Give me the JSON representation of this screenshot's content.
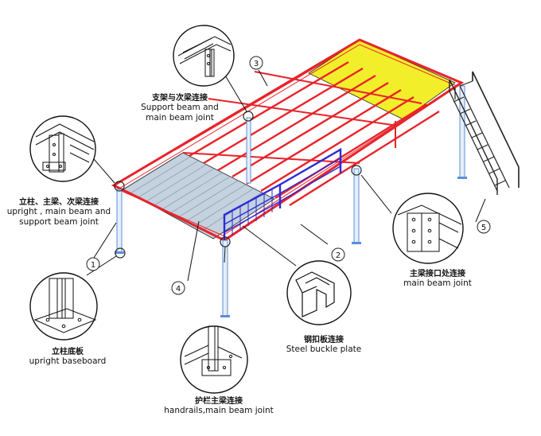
{
  "callouts": {
    "support_main": {
      "zh": "支架与次梁连接",
      "en_line1": "Support beam and",
      "en_line2": "main beam joint"
    },
    "upright_joint": {
      "zh": "立柱、主梁、次梁连接",
      "en_line1": "upright , main beam and",
      "en_line2": "support beam joint"
    },
    "baseboard": {
      "zh": "立柱底板",
      "en_line1": "upright baseboard"
    },
    "main_joint": {
      "zh": "主梁接口处连接",
      "en_line1": "main beam joint"
    },
    "steel_buckle": {
      "zh": "钢扣板连接",
      "en_line1": "Steel buckle plate"
    },
    "handrails": {
      "zh": "护栏主梁连接",
      "en_line1": "handrails,main beam joint"
    }
  },
  "numbers": [
    "1",
    "2",
    "3",
    "4",
    "5"
  ],
  "colors": {
    "beam_red": "#e8232a",
    "handrail_blue": "#2b2bd6",
    "column_blue": "#5a8fd8",
    "deck_yellow": "#f2ee2a",
    "panel_grey": "#b9c7d6",
    "line": "#222222"
  }
}
